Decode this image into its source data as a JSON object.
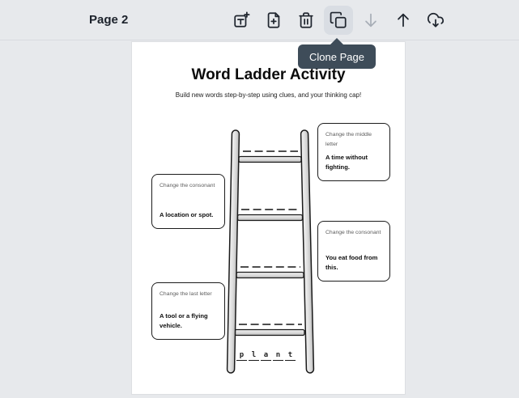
{
  "toolbar": {
    "page_label": "Page 2",
    "icons": [
      "add-text",
      "add-page",
      "delete",
      "clone-page",
      "move-down",
      "move-up",
      "download"
    ],
    "disabled_icons": [
      "move-down"
    ],
    "active_icon": "clone-page",
    "active_icon_bg": "#d9dde3"
  },
  "tooltip": {
    "text": "Clone Page",
    "bg": "#3e4c59"
  },
  "document": {
    "title": "Word Ladder Activity",
    "subtitle": "Build new words step-by-step using clues, and your thinking cap!",
    "clue_boxes": [
      {
        "position": "top-right",
        "label": "Change the middle letter",
        "clue": "A time without fighting."
      },
      {
        "position": "mid-left",
        "label": "Change the consonant",
        "clue": "A location or spot."
      },
      {
        "position": "mid-right",
        "label": "Change the consonant",
        "clue": "You eat food from this."
      },
      {
        "position": "bottom-left",
        "label": "Change the last letter",
        "clue": "A tool or a flying vehicle."
      }
    ],
    "ladder": {
      "rungs": 4,
      "blanks_per_rung": 5
    },
    "start_word": "plant",
    "letters": [
      "p",
      "l",
      "a",
      "n",
      "t"
    ]
  },
  "colors": {
    "background": "#e7e9ec",
    "page": "#ffffff",
    "icon": "#20262f",
    "icon_disabled": "#a8aeb7",
    "box_border": "#1c1c1c"
  }
}
